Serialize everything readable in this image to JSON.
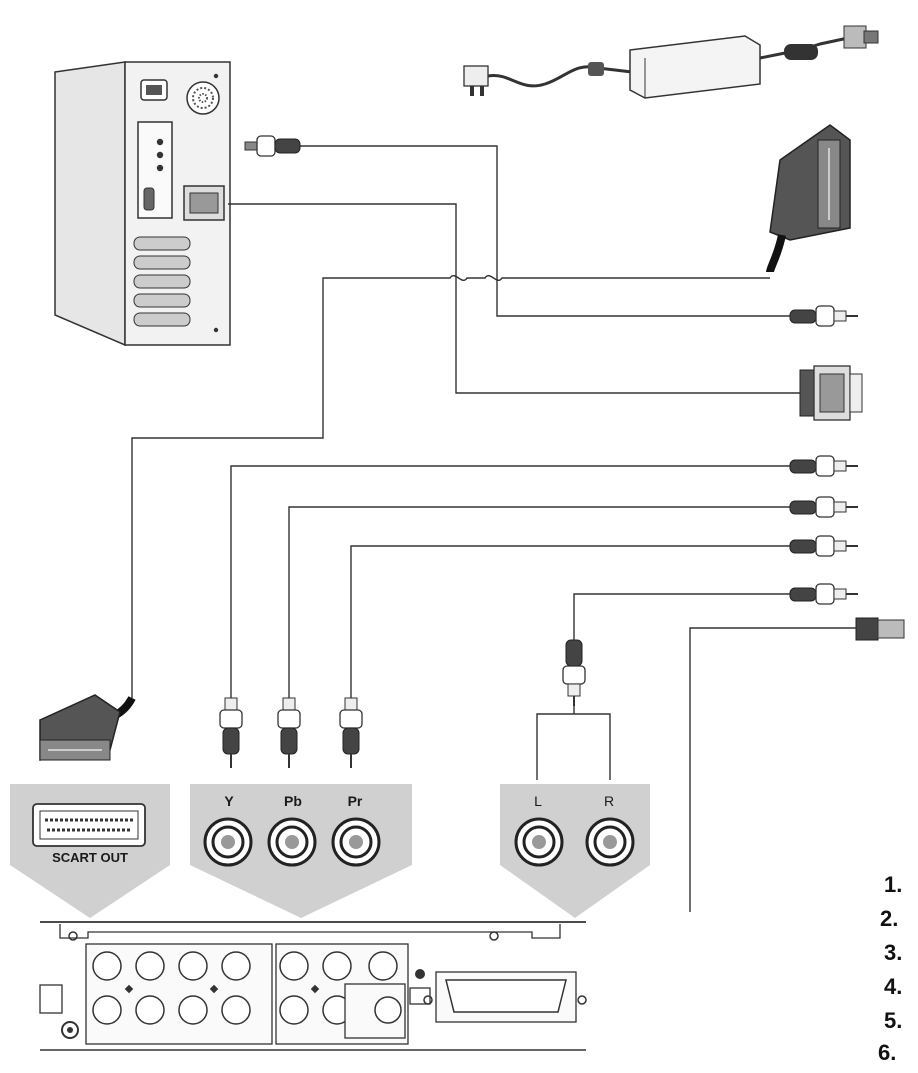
{
  "panels": {
    "scart": {
      "label": "SCART OUT"
    },
    "component": {
      "labels": [
        "Y",
        "Pb",
        "Pr"
      ]
    },
    "audio": {
      "labels": [
        "L",
        "R"
      ]
    }
  },
  "numbers": [
    "1.",
    "2.",
    "3.",
    "4.",
    "5.",
    "6."
  ]
}
